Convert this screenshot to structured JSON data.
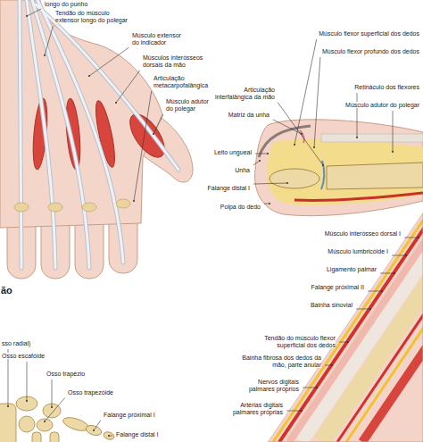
{
  "diagram": {
    "labels": [
      "longo do punho",
      "Tendão do músculo extensor longo do polegar",
      "Músculo extensor do indicador",
      "Músculos interósseos dorsais da mão",
      "Articulação metacarpofalângica",
      "Músculo adutor do polegar",
      "ão",
      "sso radial)",
      "Osso escafóide",
      "Osso trapézio",
      "Osso trapezóide",
      "Falange próximal I",
      "Falange distal I",
      "Músculo flexor superficial dos dedos",
      "Músculo flexor profundo dos dedos",
      "Retináculo dos flexores",
      "Músculo adutor do polegar",
      "Articulação interfalângica da mão",
      "Matriz da unha",
      "Leito ungueal",
      "Unha",
      "Falange distal I",
      "Polpa do dedo",
      "Músculo interósseo dorsal I",
      "Músculo lumbricóide I",
      "Ligamento palmar",
      "Falange próximal II",
      "Bainha sinovial",
      "Tendão do músculo flexor superficial dos dedos",
      "Bainha fibrosa dos dedos da mão, parte anular",
      "Nervos digitais palmares próprios",
      "Artérias digitais palmares próprias"
    ]
  }
}
